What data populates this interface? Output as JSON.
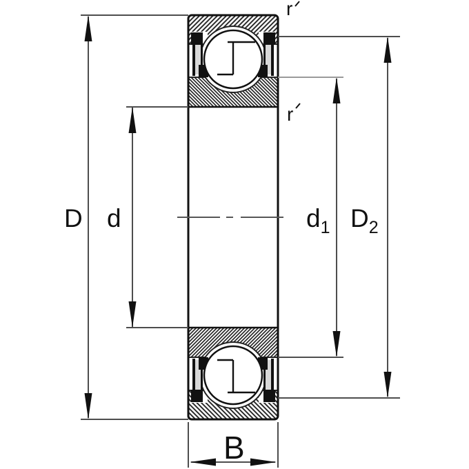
{
  "drawing": {
    "dim_labels": {
      "D": "D",
      "d": "d",
      "d1_base": "d",
      "d1_sub": "1",
      "D2_base": "D",
      "D2_sub": "2",
      "B": "B",
      "r_outer": "r",
      "r_bore": "r"
    },
    "colors": {
      "dimension_line": "#4d4d4d",
      "outline": "#111111",
      "label": "#111111",
      "light_extension": "#9a9a9a",
      "background": "#ffffff"
    }
  }
}
